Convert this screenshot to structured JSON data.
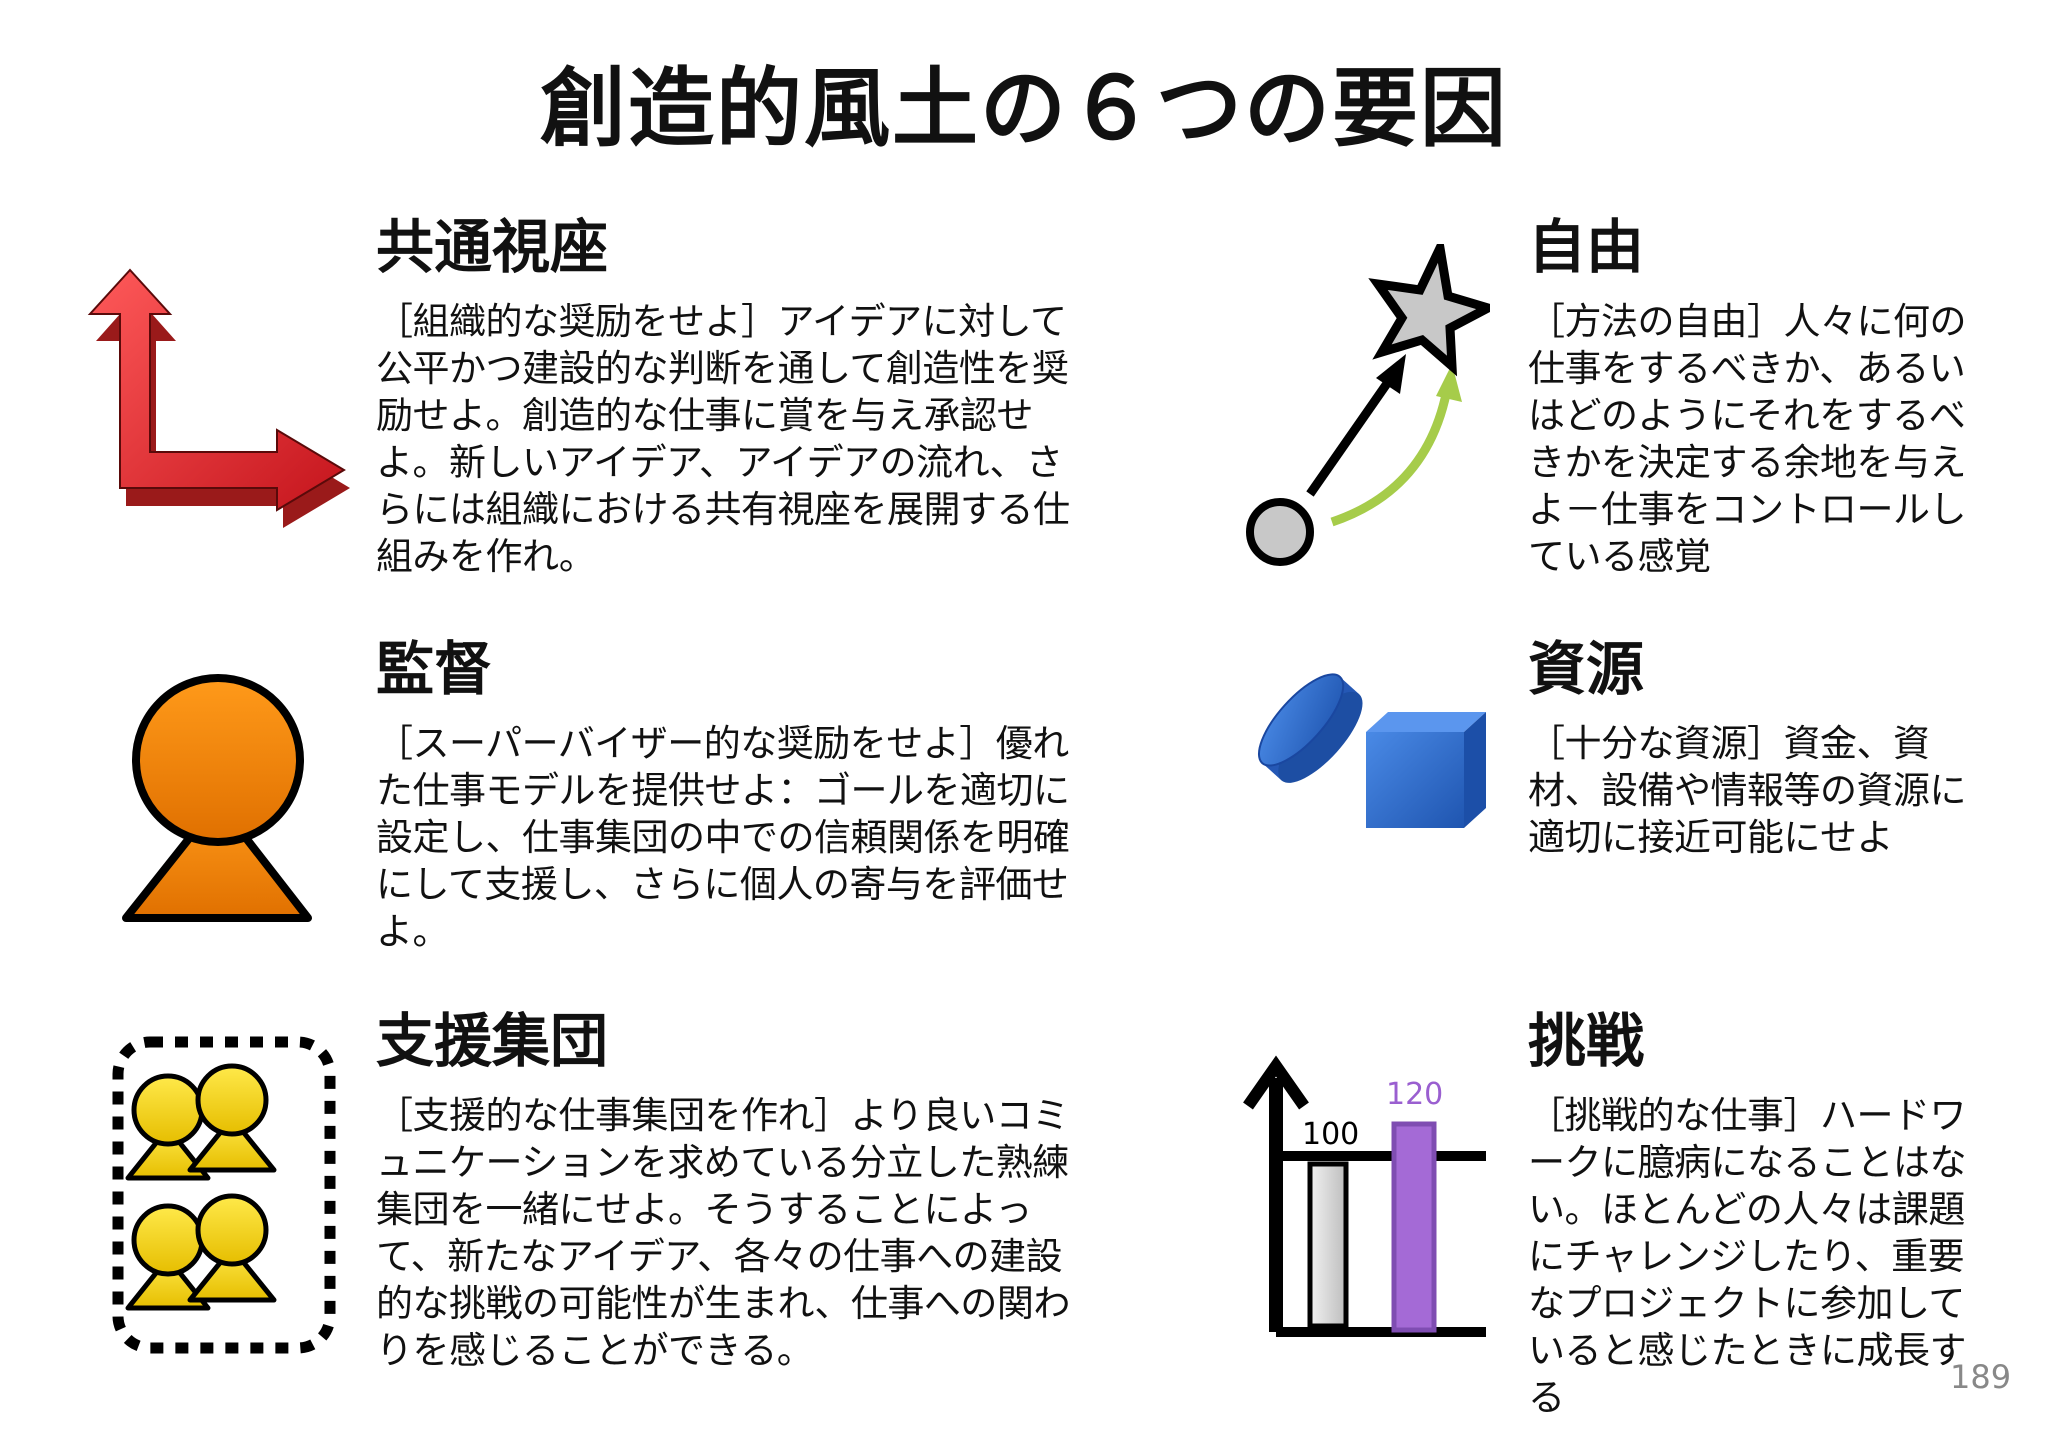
{
  "title": "創造的風土の６つの要因",
  "page_number": "189",
  "sections": [
    {
      "key": "shared-view",
      "title": "共通視座",
      "text": "［組織的な奨励をせよ］アイデアに対して公平かつ建設的な判断を通して創造性を奨励せよ。創造的な仕事に賞を与え承認せよ。新しいアイデア、アイデアの流れ、さらには組織における共有視座を展開する仕組みを作れ。",
      "icon": "red-l-arrows-icon"
    },
    {
      "key": "freedom",
      "title": "自由",
      "text": "［方法の自由］人々に何の仕事をするべきか、あるいはどのようにそれをするべきかを決定する余地を与えよ－仕事をコントロールしている感覚",
      "icon": "star-target-icon"
    },
    {
      "key": "supervision",
      "title": "監督",
      "text": "［スーパーバイザー的な奨励をせよ］優れた仕事モデルを提供せよ：ゴールを適切に設定し、仕事集団の中での信頼関係を明確にして支援し、さらに個人の寄与を評価せよ。",
      "icon": "person-icon"
    },
    {
      "key": "resources",
      "title": "資源",
      "text": "［十分な資源］資金、資材、設備や情報等の資源に適切に接近可能にせよ",
      "icon": "disk-and-cube-icon"
    },
    {
      "key": "support-group",
      "title": "支援集団",
      "text": "［支援的な仕事集団を作れ］より良いコミュニケーションを求めている分立した熟練集団を一緒にせよ。そうすることによって、新たなアイデア、各々の仕事への建設的な挑戦の可能性が生まれ、仕事への関わりを感じることができる。",
      "icon": "group-icon"
    },
    {
      "key": "challenge",
      "title": "挑戦",
      "text": "［挑戦的な仕事］ハードワークに臆病になることはない。ほとんどの人々は課題にチャレンジしたり、重要なプロジェクトに参加していると感じたときに成長する",
      "icon": "bar-growth-icon",
      "bar_labels": [
        "100",
        "120"
      ]
    }
  ],
  "colors": {
    "red": "#e0252b",
    "orange": "#f07d00",
    "yellow": "#f5d000",
    "blue": "#2c6fd1",
    "green": "#a6cc4a",
    "purple": "#a46ad6",
    "gray": "#c8c8c8"
  }
}
